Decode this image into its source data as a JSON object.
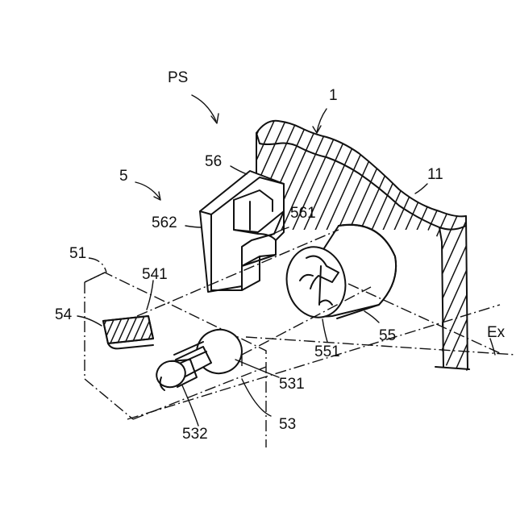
{
  "figure": {
    "labels": {
      "ps": "PS",
      "n1": "1",
      "n11": "11",
      "n5": "5",
      "n56": "56",
      "n561": "561",
      "n562": "562",
      "n51": "51",
      "n541": "541",
      "n54": "54",
      "n55": "55",
      "n551": "551",
      "n531": "531",
      "n53": "53",
      "n532": "532",
      "ex": "Ex"
    }
  }
}
